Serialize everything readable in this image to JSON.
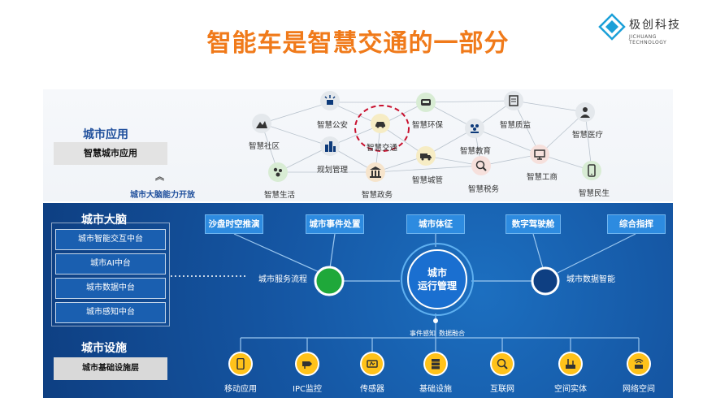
{
  "title": "智能车是智慧交通的一部分",
  "logo": {
    "name": "极创科技",
    "sub": "JICHUANG TECHNOLOGY"
  },
  "city_app": {
    "label": "城市应用",
    "box": "智慧城市应用",
    "open_text": "城市大脑能力开放",
    "nodes": [
      {
        "label": "智慧社区",
        "icon": "community-icon"
      },
      {
        "label": "智慧公安",
        "icon": "police-light-icon"
      },
      {
        "label": "智慧交通",
        "icon": "car-icon"
      },
      {
        "label": "智慧环保",
        "icon": "eco-bus-icon"
      },
      {
        "label": "智慧质监",
        "icon": "clipboard-icon"
      },
      {
        "label": "智慧医疗",
        "icon": "doctor-icon"
      },
      {
        "label": "规划管理",
        "icon": "buildings-icon"
      },
      {
        "label": "智慧教育",
        "icon": "education-icon"
      },
      {
        "label": "智慧生活",
        "icon": "life-icon"
      },
      {
        "label": "智慧政务",
        "icon": "government-icon"
      },
      {
        "label": "智慧城管",
        "icon": "truck-icon"
      },
      {
        "label": "智慧税务",
        "icon": "tax-icon"
      },
      {
        "label": "智慧工商",
        "icon": "commerce-icon"
      },
      {
        "label": "智慧民生",
        "icon": "phone-icon"
      }
    ]
  },
  "city_brain": {
    "label": "城市大脑",
    "items": [
      "城市智能交互中台",
      "城市AI中台",
      "城市数据中台",
      "城市感知中台"
    ],
    "top_buttons": [
      "沙盘时空推演",
      "城市事件处置",
      "城市体征",
      "数字驾驶舱",
      "综合指挥"
    ],
    "left_label": "城市服务流程",
    "right_label": "城市数据智能",
    "core_line1": "城市",
    "core_line2": "运行管理",
    "sub_left": "事件感知",
    "sub_right": "数据融合"
  },
  "city_infra": {
    "label": "城市设施",
    "box": "城市基础设施层",
    "items": [
      {
        "label": "移动应用",
        "icon": "mobile-icon"
      },
      {
        "label": "IPC监控",
        "icon": "camera-icon"
      },
      {
        "label": "传感器",
        "icon": "sensor-icon"
      },
      {
        "label": "基础设施",
        "icon": "server-icon"
      },
      {
        "label": "互联网",
        "icon": "internet-icon"
      },
      {
        "label": "空间实体",
        "icon": "space-icon"
      },
      {
        "label": "网络空间",
        "icon": "network-icon"
      }
    ]
  },
  "colors": {
    "title": "#f07a1a",
    "accent_blue": "#1f4f9c",
    "green": "#1fa83a",
    "yellow": "#ffc21a",
    "highlight_red": "#c8102e"
  }
}
